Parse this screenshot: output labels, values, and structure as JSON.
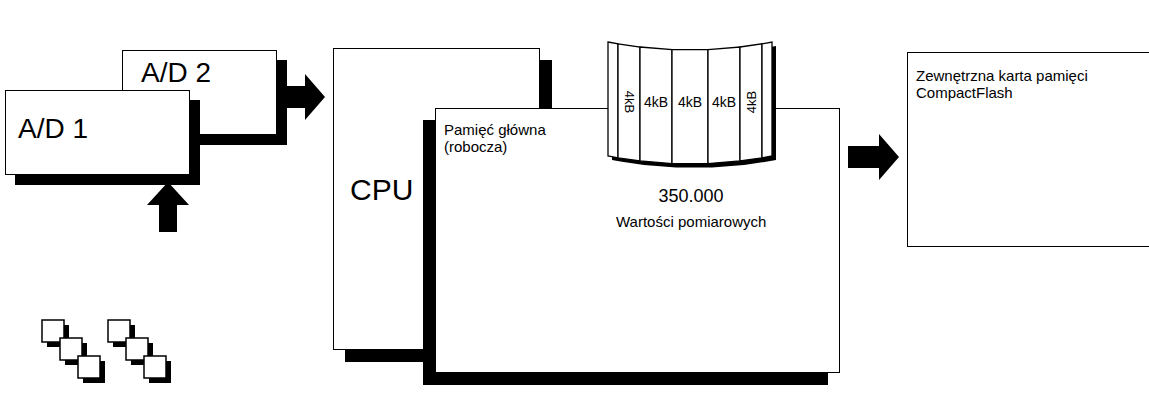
{
  "diagram": {
    "nodes": [
      {
        "text": [
          "A/D 1"
        ]
      },
      {
        "text": [
          "A/D 2"
        ]
      },
      {
        "text": [
          "CPU"
        ]
      },
      {
        "text": [
          "Pamięć główna (robocza)",
          "350.000",
          "Wartości pomiarowych"
        ]
      },
      {
        "text": [
          "Zewnętrzna karta pamięci CompactFlash"
        ]
      }
    ],
    "edges": [
      {
        "from": 1,
        "to": 2,
        "arrow": "to"
      },
      {
        "from": 3,
        "to": 4,
        "arrow": "to"
      }
    ],
    "labels": [
      "4kB",
      "4kB",
      "4kB",
      "4kB",
      "4kB"
    ]
  }
}
